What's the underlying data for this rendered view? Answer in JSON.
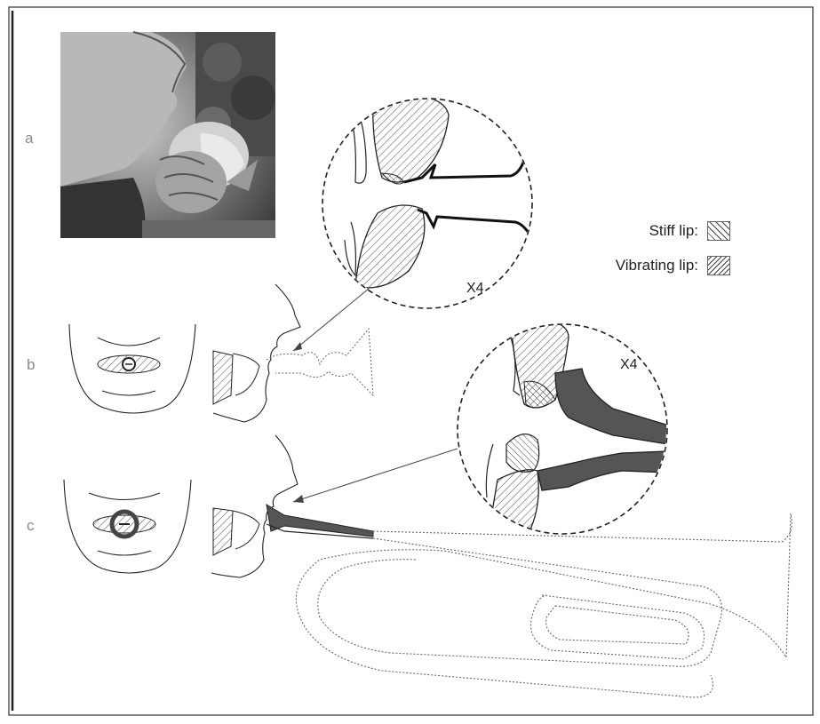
{
  "panel_labels": {
    "a": "a",
    "b": "b",
    "c": "c"
  },
  "magnification": {
    "top": "X4",
    "bottom": "X4"
  },
  "legend": {
    "stiff_lip": "Stiff lip:",
    "vibrating_lip": "Vibrating lip:"
  },
  "colors": {
    "frame": "#333333",
    "photo_dark": "#3a3a3a",
    "mouthpiece_fill": "#555555",
    "line": "#222222",
    "dotted": "#666666"
  },
  "icons": {
    "photo": "man-blowing-conch-photo",
    "face_front_b": "face-front-icon",
    "face_profile_b": "face-profile-icon",
    "face_front_c": "face-front-icon",
    "face_profile_c": "face-profile-icon",
    "horn": "horn-outline-icon"
  }
}
